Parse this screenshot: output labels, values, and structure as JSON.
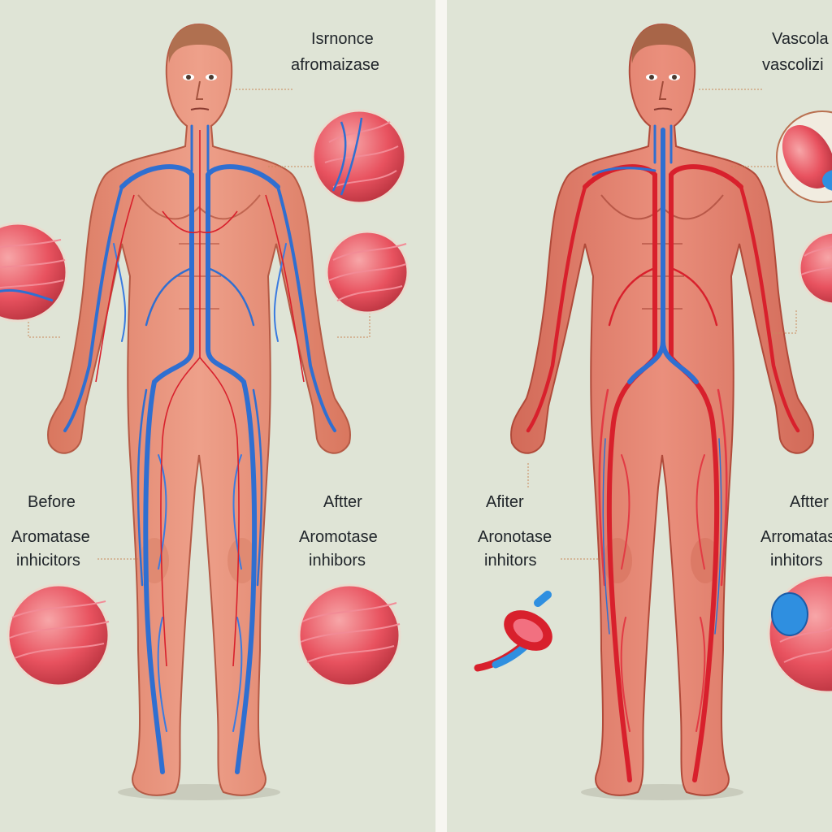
{
  "left_panel": {
    "top_label_line1": "Isrnonce",
    "top_label_line2": "afromaizase",
    "left_label": {
      "line1": "Before",
      "line2": "Aromatase",
      "line3": "inhicitors"
    },
    "right_label": {
      "line1": "Aftter",
      "line2": "Aromotase",
      "line3": "inhibors"
    }
  },
  "right_panel": {
    "top_label_line1": "Vascola",
    "top_label_line2": "vascolizi",
    "left_label": {
      "line1": "Afiter",
      "line2": "Aronotase",
      "line3": "inhitors"
    },
    "right_label": {
      "line1": "Aftter",
      "line2": "Arromatas",
      "line3": "inhitors"
    }
  },
  "colors": {
    "background": "#dfe4d6",
    "skin": "#e8927a",
    "vein": "#2f6fd1",
    "artery": "#d8202c",
    "muscle": "#e8525f"
  }
}
